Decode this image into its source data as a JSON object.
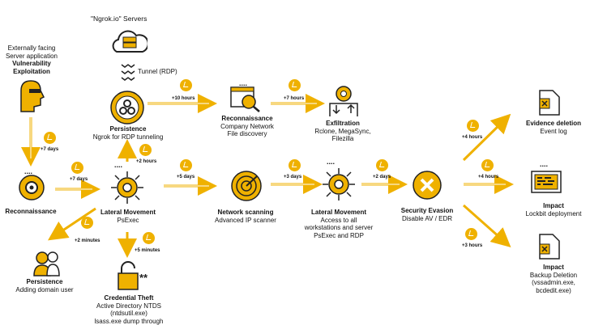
{
  "diagram": {
    "servers_title": "\"Ngrok.io\" Servers",
    "tunnel": "Tunnel (RDP)",
    "nodes": {
      "vuln": {
        "l1": "Externally facing",
        "l2": "Server application",
        "title1": "Vulnerability",
        "title2": "Exploitation"
      },
      "recon1": {
        "title": "Reconnaissance"
      },
      "persist1": {
        "title": "Persistence",
        "sub": "Ngrok for RDP tunneling"
      },
      "lateral1": {
        "title": "Lateral Movement",
        "sub": "PsExec"
      },
      "persist2": {
        "title": "Persistence",
        "sub": "Adding domain user"
      },
      "cred": {
        "title": "Credential Theft",
        "l1": "Active Directory NTDS",
        "l2": "(ntdsutil.exe)",
        "l3": "lsass.exe dump through"
      },
      "recon2": {
        "title": "Reconnaissance",
        "l1": "Company Network",
        "l2": "File discovery"
      },
      "exfil": {
        "title": "Exfiltration",
        "l1": "Rclone, MegaSync,",
        "l2": "Filezilla"
      },
      "scan": {
        "title": "Network scanning",
        "sub": "Advanced IP scanner"
      },
      "lateral2": {
        "title": "Lateral Movement",
        "l1": "Access to all",
        "l2": "workstations and server",
        "l3": "PsExec and RDP"
      },
      "evasion": {
        "title": "Security Evasion",
        "sub": "Disable AV / EDR"
      },
      "evidence": {
        "title": "Evidence deletion",
        "sub": "Event log"
      },
      "impact1": {
        "title": "Impact",
        "sub": "Lockbit deployment"
      },
      "impact2": {
        "title": "Impact",
        "l1": "Backup Deletion",
        "l2": "(vssadmin.exe,",
        "l3": "bcdedit.exe)"
      }
    },
    "times": {
      "t_vuln_recon": "+7 days",
      "t_recon_lat": "+7 days",
      "t_lat_persist": "+2 hours",
      "t_persist_recon2": "+10 hours",
      "t_recon2_exfil": "+7 hours",
      "t_lat_scan": "+5 days",
      "t_lat_persist2": "+2 minutes",
      "t_lat_cred": "+5 minutes",
      "t_scan_lat2": "+3 days",
      "t_lat2_evasion": "+2 days",
      "t_ev_evidence": "+4 hours",
      "t_ev_impact1": "+4 hours",
      "t_ev_impact2": "+3 hours"
    },
    "accent": "#efb100",
    "accent_dark": "#c98a00"
  }
}
